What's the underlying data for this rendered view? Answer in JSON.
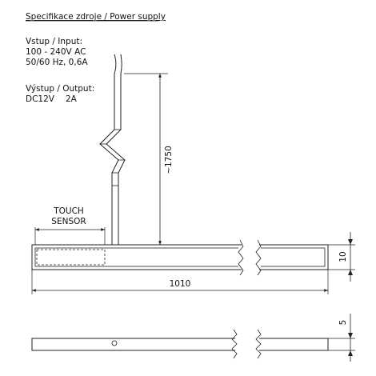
{
  "heading": "Specifikace zdroje / Power supply",
  "input": {
    "label": "Vstup / Input:",
    "voltage": "100 - 240V AC",
    "frequency_current": "50/60 Hz, 0,6A"
  },
  "output": {
    "label": "Výstup / Output:",
    "voltage": "DC12V",
    "current": "2A"
  },
  "sensor": {
    "line1": "TOUCH",
    "line2": "SENSOR"
  },
  "dimensions": {
    "cable_length": "~1750",
    "profile_length": "1010",
    "profile_height": "10",
    "cover_thickness": "5"
  }
}
